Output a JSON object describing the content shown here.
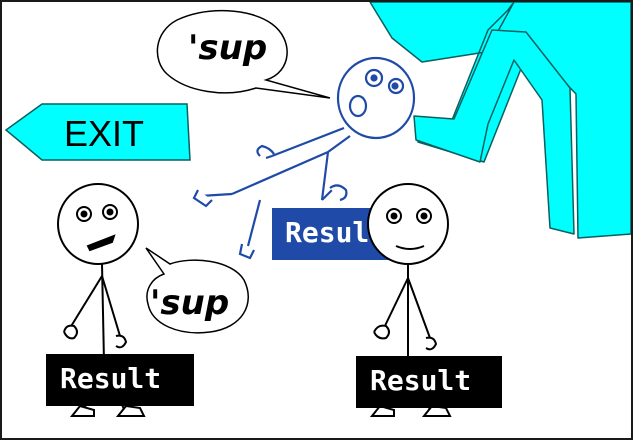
{
  "exit_sign": {
    "label": "EXIT",
    "color": "#00ffff"
  },
  "characters": {
    "left": {
      "speech": "'sup",
      "sign": "Result",
      "sign_color": "#000000"
    },
    "lifted": {
      "speech": "'sup",
      "sign": "Result",
      "sign_color": "#1f4aa8"
    },
    "right": {
      "sign": "Result",
      "sign_color": "#000000"
    }
  },
  "claw": {
    "color": "#00ffff"
  }
}
